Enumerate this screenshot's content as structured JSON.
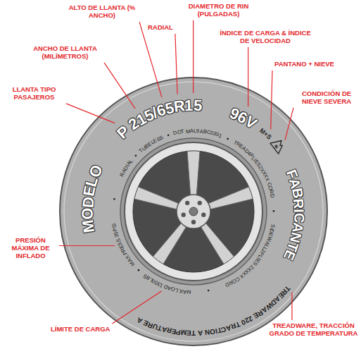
{
  "diagram": {
    "labels": [
      "ALTO DE LLANTA (% ANCHO)",
      "DIAMETRO DE RIN (PULGADAS)",
      "RADIAL",
      "ÍNDICE DE CARGA & ÍNDICE DE VELOCIDAD",
      "ANCHO DE LLANTA (MILÍMETROS)",
      "PANTANO + NIEVE",
      "LLANTA TIPO PASAJEROS",
      "CONDICIÓN DE NIEVE SEVERA",
      "P 215/65R15",
      "96V",
      "M+S",
      "MODELO",
      "FABRICANTE",
      "RADIAL",
      "TUBELESS",
      "DOT MAL9ABC0301",
      "TREAD4PLIES2XXXX CORD",
      "SIDEWALL2PLIES 2XXXX CORD",
      "MAX.LOAD 1300LBS",
      "MAX.PRESS 35PSI",
      "TREADWARE 220 TRACTION A TEMPERATURE A",
      "PRESIÓN MÁXIMA DE INFLADO",
      "LÍMITE DE CARGA",
      "TREADWARE, TRACCIÓN GRADO DE TEMPERATURA"
    ]
  }
}
